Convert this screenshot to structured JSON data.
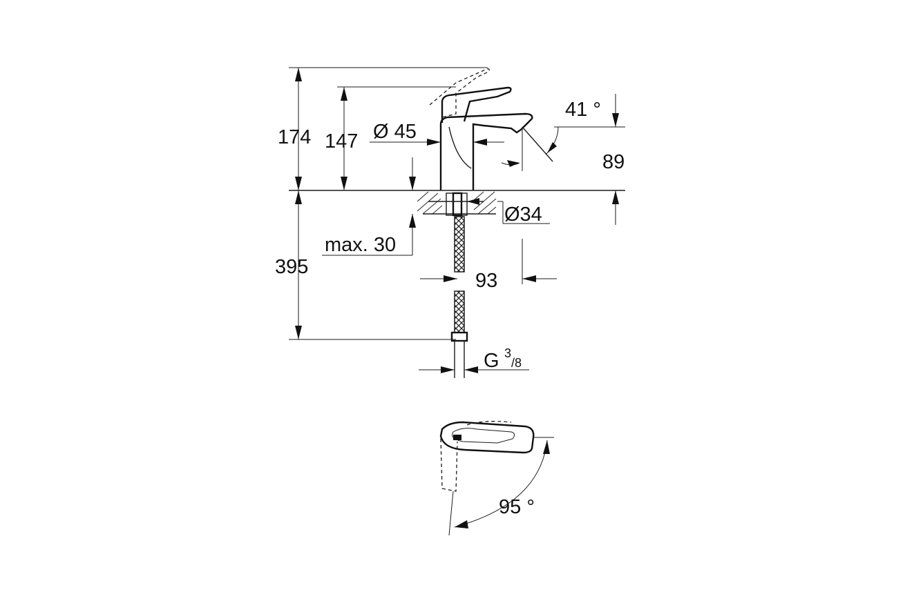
{
  "dimensions": {
    "height_lever": "174",
    "height_spout": "147",
    "body_diameter": "Ø 45",
    "spout_angle": "41 °",
    "spout_height": "89",
    "hole_diameter": "Ø34",
    "max_thickness": "max. 30",
    "hose_length": "395",
    "reach": "93",
    "thread_main": "G",
    "thread_num": "3",
    "thread_den": "/8",
    "rotation_angle": "95 °"
  },
  "colors": {
    "line": "#1a1a1a",
    "background": "#ffffff"
  }
}
